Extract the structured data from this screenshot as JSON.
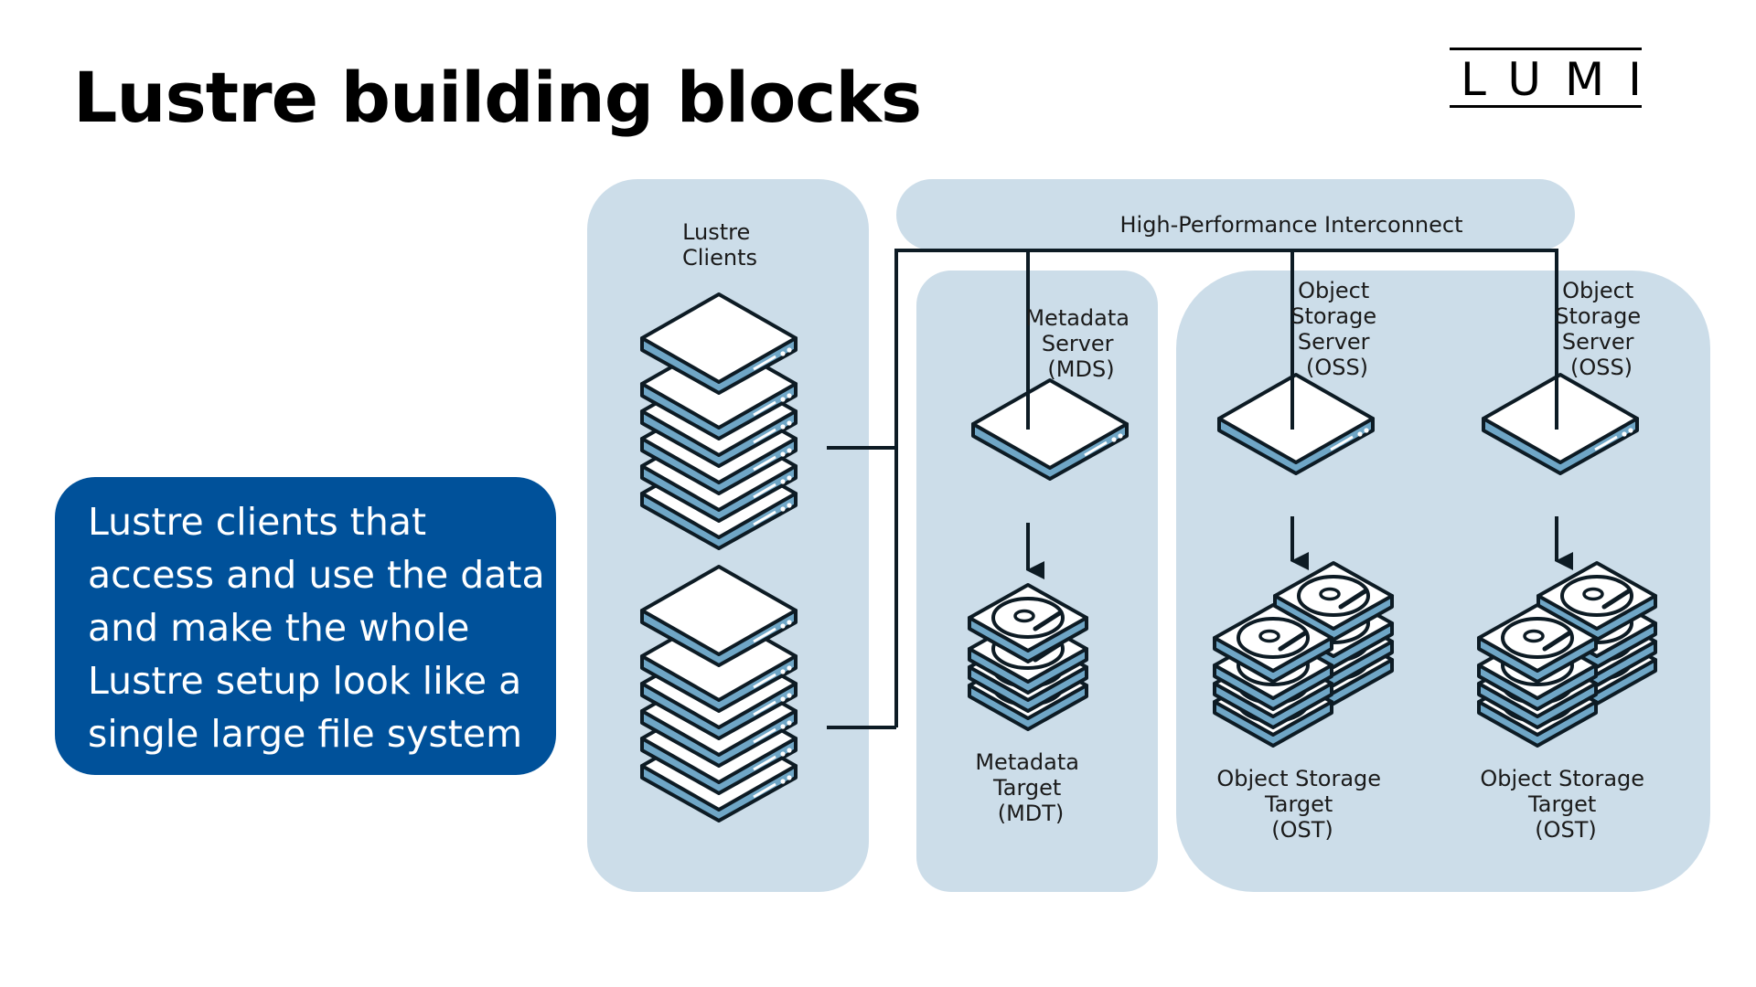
{
  "slide": {
    "title": "Lustre building blocks",
    "logo_text": "LUMI"
  },
  "callout": {
    "lines": [
      "Lustre clients that",
      "access and use the data",
      "and make the whole",
      "Lustre setup look like a",
      "single large file system"
    ]
  },
  "diagram": {
    "interconnect": "High-Performance Interconnect",
    "clients": [
      "Lustre",
      "Clients"
    ],
    "mds": [
      "Metadata",
      "Server",
      "(MDS)"
    ],
    "mdt": [
      "Metadata",
      "Target",
      "(MDT)"
    ],
    "oss_1": [
      "Object",
      "Storage",
      "Server",
      "(OSS)"
    ],
    "oss_2": [
      "Object",
      "Storage",
      "Server",
      "(OSS)"
    ],
    "ost_1": [
      "Object Storage",
      "Target",
      "(OST)"
    ],
    "ost_2": [
      "Object Storage",
      "Target",
      "(OST)"
    ]
  },
  "colors": {
    "panel": "#ccdde9",
    "server_side": "#6fa6c6",
    "outline": "#0d1b24",
    "callout_bg": "#00519a"
  },
  "icons": {
    "server": "server-stack-icon",
    "disk": "hard-disk-icon"
  }
}
